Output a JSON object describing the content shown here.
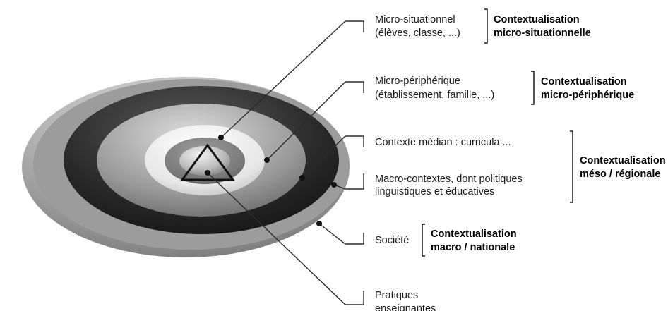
{
  "levels": [
    {
      "line1": "Micro-situationnel",
      "line2": "(élèves, classe, ...)"
    },
    {
      "line1": "Micro-périphérique",
      "line2": "(établissement, famille, ...)"
    },
    {
      "line1": "Contexte médian : curricula ..."
    },
    {
      "line1": "Macro-contextes, dont politiques",
      "line2": "linguistiques et éducatives"
    },
    {
      "line1": "Société"
    },
    {
      "line1": "Pratiques",
      "line2": "enseignantes"
    }
  ],
  "contextualisations": [
    {
      "line1": "Contextualisation",
      "line2": "micro-situationnelle"
    },
    {
      "line1": "Contextualisation",
      "line2": "micro-périphérique"
    },
    {
      "line1": "Contextualisation",
      "line2": "méso / régionale"
    },
    {
      "line1": "Contextualisation",
      "line2": "macro / nationale"
    }
  ]
}
